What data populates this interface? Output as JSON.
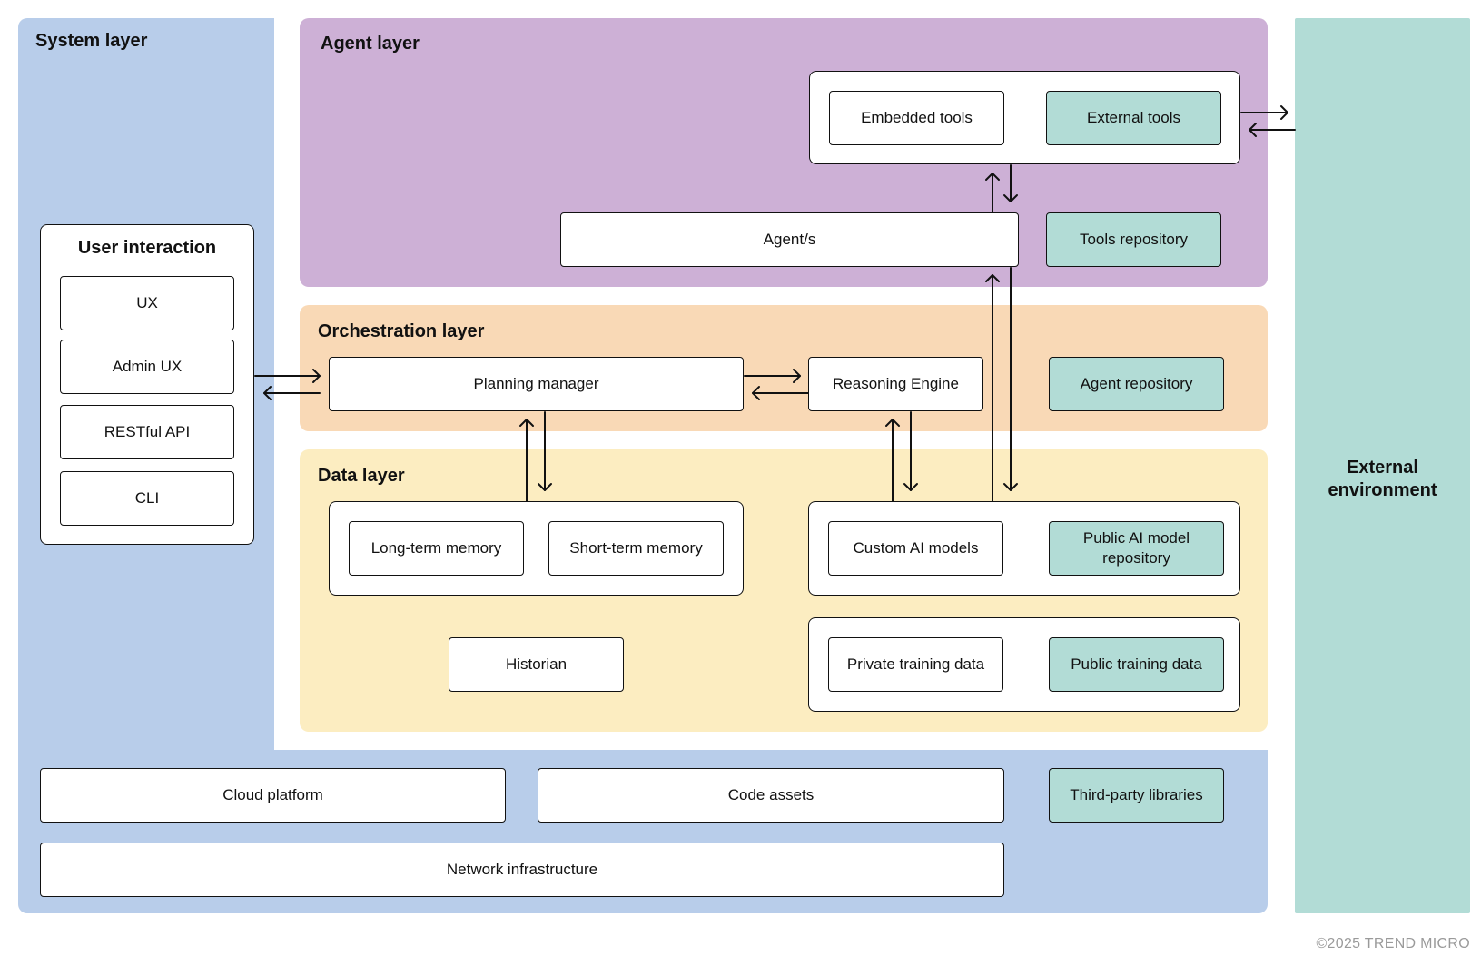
{
  "layers": {
    "system": "System layer",
    "agent": "Agent layer",
    "orchestration": "Orchestration layer",
    "data": "Data layer",
    "external": "External environment"
  },
  "user_interaction": {
    "title": "User interaction",
    "items": [
      "UX",
      "Admin UX",
      "RESTful API",
      "CLI"
    ]
  },
  "agent_layer": {
    "embedded_tools": "Embedded tools",
    "external_tools": "External tools",
    "agents": "Agent/s",
    "tools_repository": "Tools repository"
  },
  "orchestration_layer": {
    "planning_manager": "Planning manager",
    "reasoning_engine": "Reasoning Engine",
    "agent_repository": "Agent repository"
  },
  "data_layer": {
    "long_term_memory": "Long-term memory",
    "short_term_memory": "Short-term memory",
    "custom_ai_models": "Custom AI models",
    "public_ai_model_repository": "Public AI model repository",
    "historian": "Historian",
    "private_training_data": "Private training data",
    "public_training_data": "Public training data"
  },
  "system_layer": {
    "cloud_platform": "Cloud platform",
    "code_assets": "Code assets",
    "third_party_libraries": "Third-party libraries",
    "network_infrastructure": "Network infrastructure"
  },
  "colors": {
    "system": "#b8cdea",
    "agent": "#cdb0d6",
    "orchestration": "#f9d9b6",
    "data": "#fcedc1",
    "external": "#b2dcd6",
    "external_component": "#b2dcd6"
  },
  "copyright": "©2025 TREND MICRO"
}
